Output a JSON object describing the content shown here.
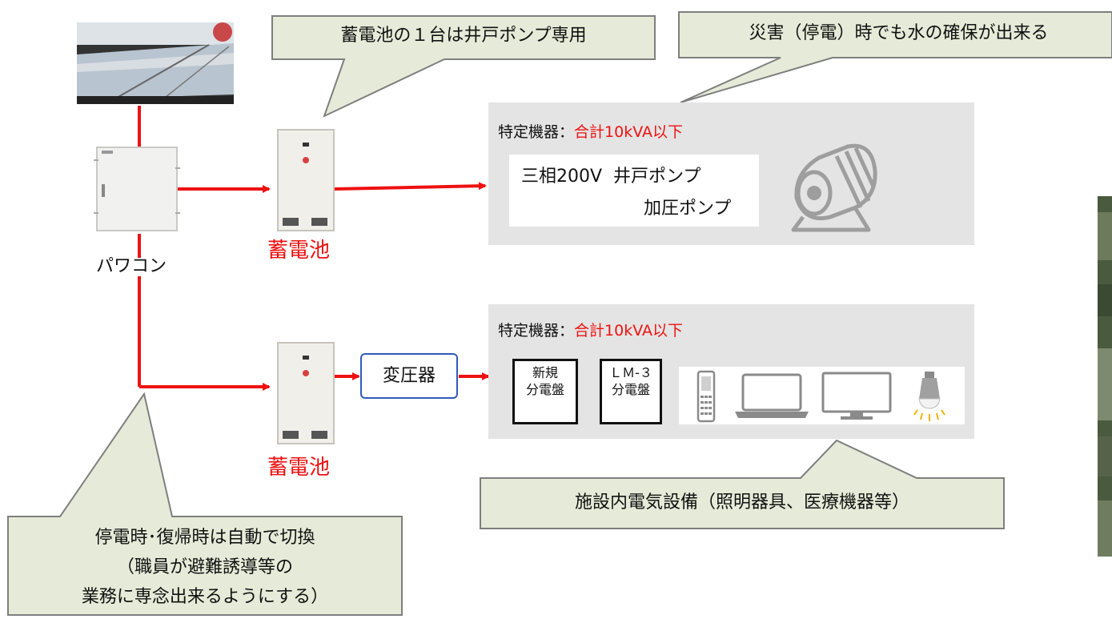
{
  "callouts": {
    "battery_note": "蓄電池の１台は井戸ポンプ専用",
    "disaster_note": "災害（停電）時でも水の確保が出来る",
    "facility_note": "施設内電気設備（照明器具、医療機器等）",
    "auto_switch_line1": "停電時･復帰時は自動で切換",
    "auto_switch_line2": "（職員が避難誘導等の",
    "auto_switch_line3": "業務に専念出来るようにする）"
  },
  "components": {
    "pcs_label": "パワコン",
    "battery_label": "蓄電池",
    "transformer_label": "変圧器"
  },
  "group_pump": {
    "title_prefix": "特定機器：",
    "title_highlight": "合計10kVA以下",
    "line1": "三相200V  井戸ポンプ",
    "line2": "加圧ポンプ"
  },
  "group_facility": {
    "title_prefix": "特定機器：",
    "title_highlight": "合計10kVA以下",
    "panel_new": "新規\n分電盤",
    "panel_lm3": "ＬＭ-３\n分電盤"
  },
  "icons": [
    "solar-panel-photo",
    "power-conditioner-icon",
    "battery-cabinet-icon",
    "motor-pump-icon",
    "mobile-phone-icon",
    "laptop-icon",
    "monitor-icon",
    "light-bulb-icon",
    "aerial-photo"
  ],
  "colors": {
    "wire": "#ee1111",
    "callout_fill": "#e5ebd8",
    "callout_stroke": "#7f7f7f",
    "panel_gray": "#e4e4e4",
    "highlight_red": "#ee1111",
    "transformer_border": "#2e5cb8"
  }
}
